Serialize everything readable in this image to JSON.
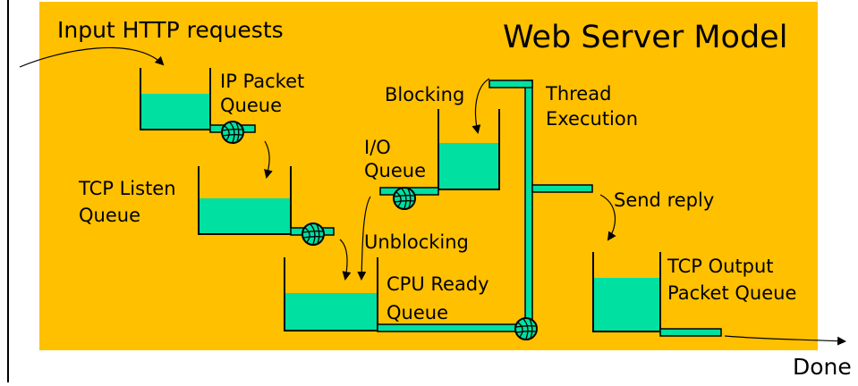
{
  "diagram": {
    "title": "Web Server Model",
    "input_label": "Input HTTP requests",
    "done_label": "Done",
    "queues": {
      "ip_packet": [
        "IP Packet",
        "Queue"
      ],
      "tcp_listen": [
        "TCP Listen",
        "Queue"
      ],
      "io": [
        "I/O",
        "Queue"
      ],
      "cpu_ready": [
        "CPU Ready",
        "Queue"
      ],
      "tcp_output": [
        "TCP Output",
        "Packet Queue"
      ]
    },
    "thread_execution": [
      "Thread",
      "Execution"
    ],
    "blocking": "Blocking",
    "unblocking": "Unblocking",
    "send_reply": "Send reply"
  },
  "colors": {
    "background": "#FFC000",
    "queue_fill": "#00E0A0",
    "outline": "#000000"
  }
}
